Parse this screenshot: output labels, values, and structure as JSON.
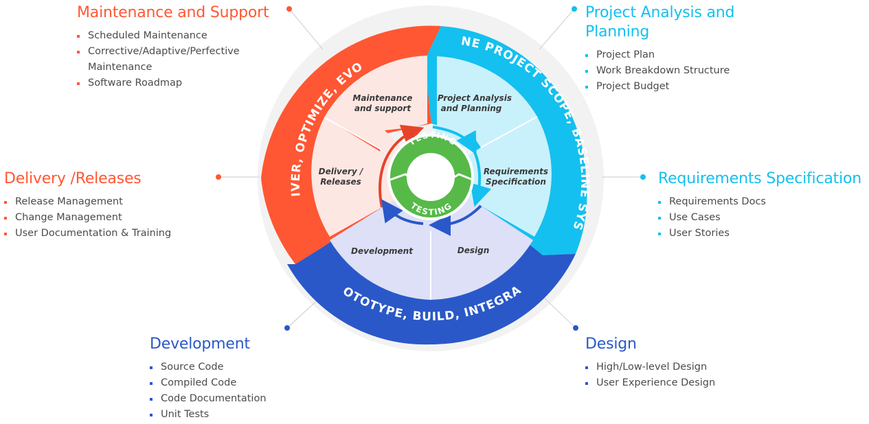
{
  "colors": {
    "orange": "#ff5733",
    "cyan": "#14c0ef",
    "blue": "#2a58c8",
    "green": "#56b948",
    "text": "#4b4b4b"
  },
  "rings": {
    "orange": "DELIVER, OPTIMIZE, EVOLVE",
    "cyan": "DEFINE PROJECT SCOPE, BASELINE SYSTEM",
    "blue": "PROTOTYPE, BUILD, INTEGRATE"
  },
  "testing": {
    "top": "TESTING",
    "bottom": "TESTING"
  },
  "wedges": {
    "maintenance": [
      "Maintenance",
      "and support"
    ],
    "analysis": [
      "Project Analysis",
      "and Planning"
    ],
    "requirements": [
      "Requirements",
      "Specification"
    ],
    "design": [
      "Design"
    ],
    "development": [
      "Development"
    ],
    "delivery": [
      "Delivery /",
      "Releases"
    ]
  },
  "sections": {
    "maintenance": {
      "title": "Maintenance and Support",
      "items": [
        "Scheduled Maintenance",
        "Corrective/Adaptive/Perfective Maintenance",
        "Software Roadmap"
      ]
    },
    "analysis": {
      "title_lines": [
        "Project Analysis and",
        "Planning"
      ],
      "items": [
        "Project Plan",
        "Work Breakdown Structure",
        "Project Budget"
      ]
    },
    "delivery": {
      "title": "Delivery /Releases",
      "items": [
        "Release Management",
        "Change Management",
        "User Documentation & Training"
      ]
    },
    "requirements": {
      "title": "Requirements Specification",
      "items": [
        "Requirements Docs",
        "Use Cases",
        "User Stories"
      ]
    },
    "development": {
      "title": "Development",
      "items": [
        "Source Code",
        "Compiled Code",
        "Code Documentation",
        "Unit Tests"
      ]
    },
    "design": {
      "title": "Design",
      "items": [
        "High/Low-level Design",
        "User Experience Design"
      ]
    }
  }
}
